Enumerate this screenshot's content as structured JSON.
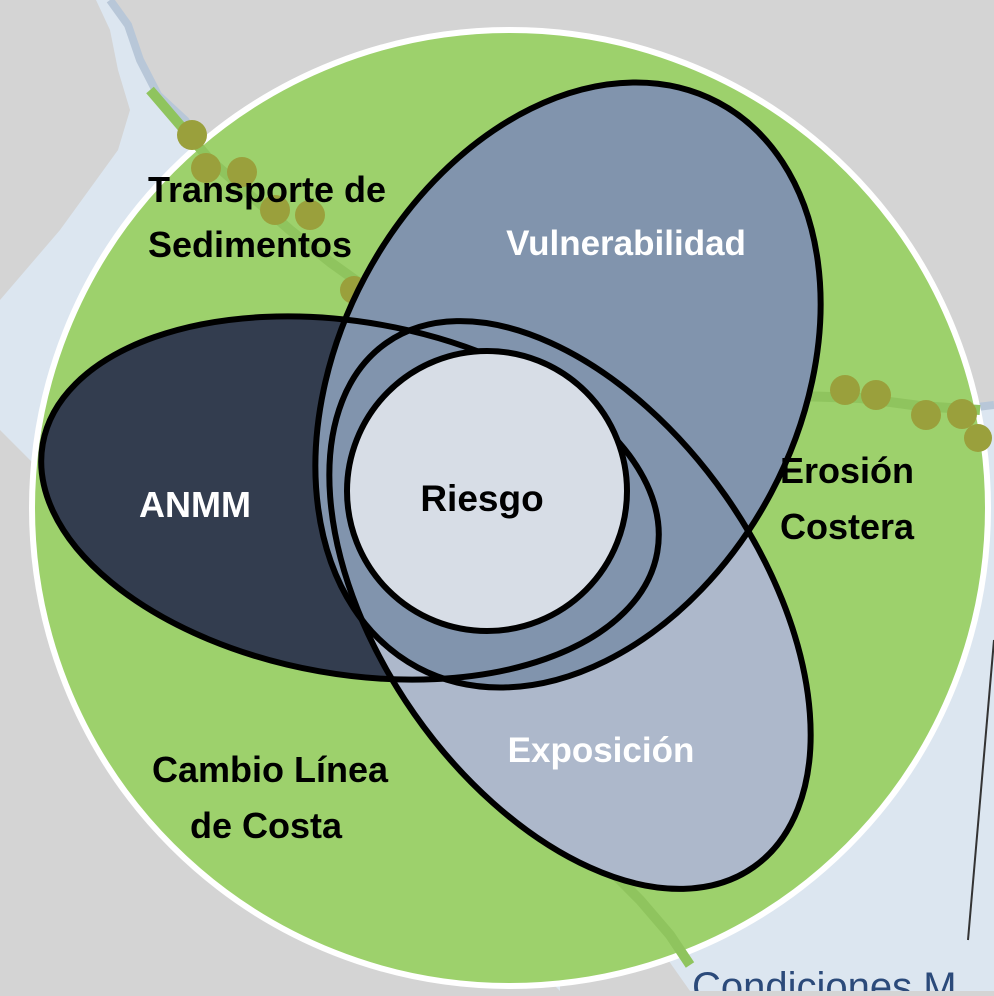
{
  "diagram": {
    "outer_labels": {
      "transporte_line1": "Transporte de",
      "transporte_line2": "Sedimentos",
      "erosion_line1": "Erosión",
      "erosion_line2": "Costera",
      "cambio_line1": "Cambio Línea",
      "cambio_line2": "de Costa"
    },
    "sets": {
      "anmm": "ANMM",
      "vulnerabilidad": "Vulnerabilidad",
      "exposicion": "Exposición",
      "riesgo": "Riesgo"
    },
    "map_label": "Condiciones M",
    "colors": {
      "background": "#d4d4d4",
      "sea": "#dce6f0",
      "green_circle": "#9dd16c",
      "anmm": "#333d4f",
      "vulnerabilidad": "#8194ad",
      "exposicion": "#adb8cb",
      "riesgo": "#d7dde6",
      "dots": "#9aa03c"
    }
  }
}
